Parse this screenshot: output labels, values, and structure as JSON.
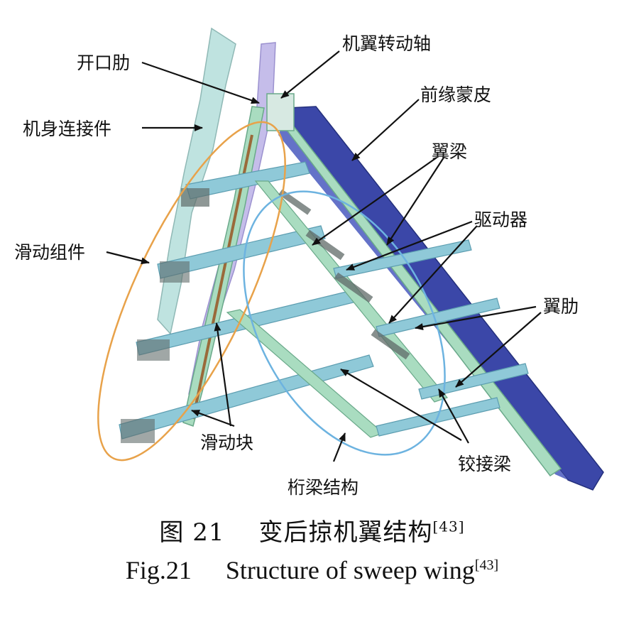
{
  "labels": {
    "opening_rib": "开口肋",
    "wing_pivot_shaft": "机翼转动轴",
    "fuselage_connector": "机身连接件",
    "leading_edge_skin": "前缘蒙皮",
    "wing_spar": "翼梁",
    "actuator": "驱动器",
    "sliding_assembly": "滑动组件",
    "wing_rib": "翼肋",
    "slider_block": "滑动块",
    "hinged_beam": "铰接梁",
    "truss_structure": "桁梁结构"
  },
  "caption": {
    "zh_prefix": "图 21",
    "zh_title": "变后掠机翼结构",
    "en_prefix": "Fig.21",
    "en_title": "Structure of sweep wing",
    "ref": "[43]"
  },
  "colors": {
    "fuselage_plate": "#bfe3e0",
    "rail_purple": "#a99fd8",
    "structure_green": "#a9dcc0",
    "structure_teal": "#8fc9d8",
    "leading_edge_blue": "#3b47a8",
    "orange_ellipse": "#e8a24a",
    "blue_ellipse": "#6db3e0",
    "rail_brown": "#9a6a3a"
  }
}
